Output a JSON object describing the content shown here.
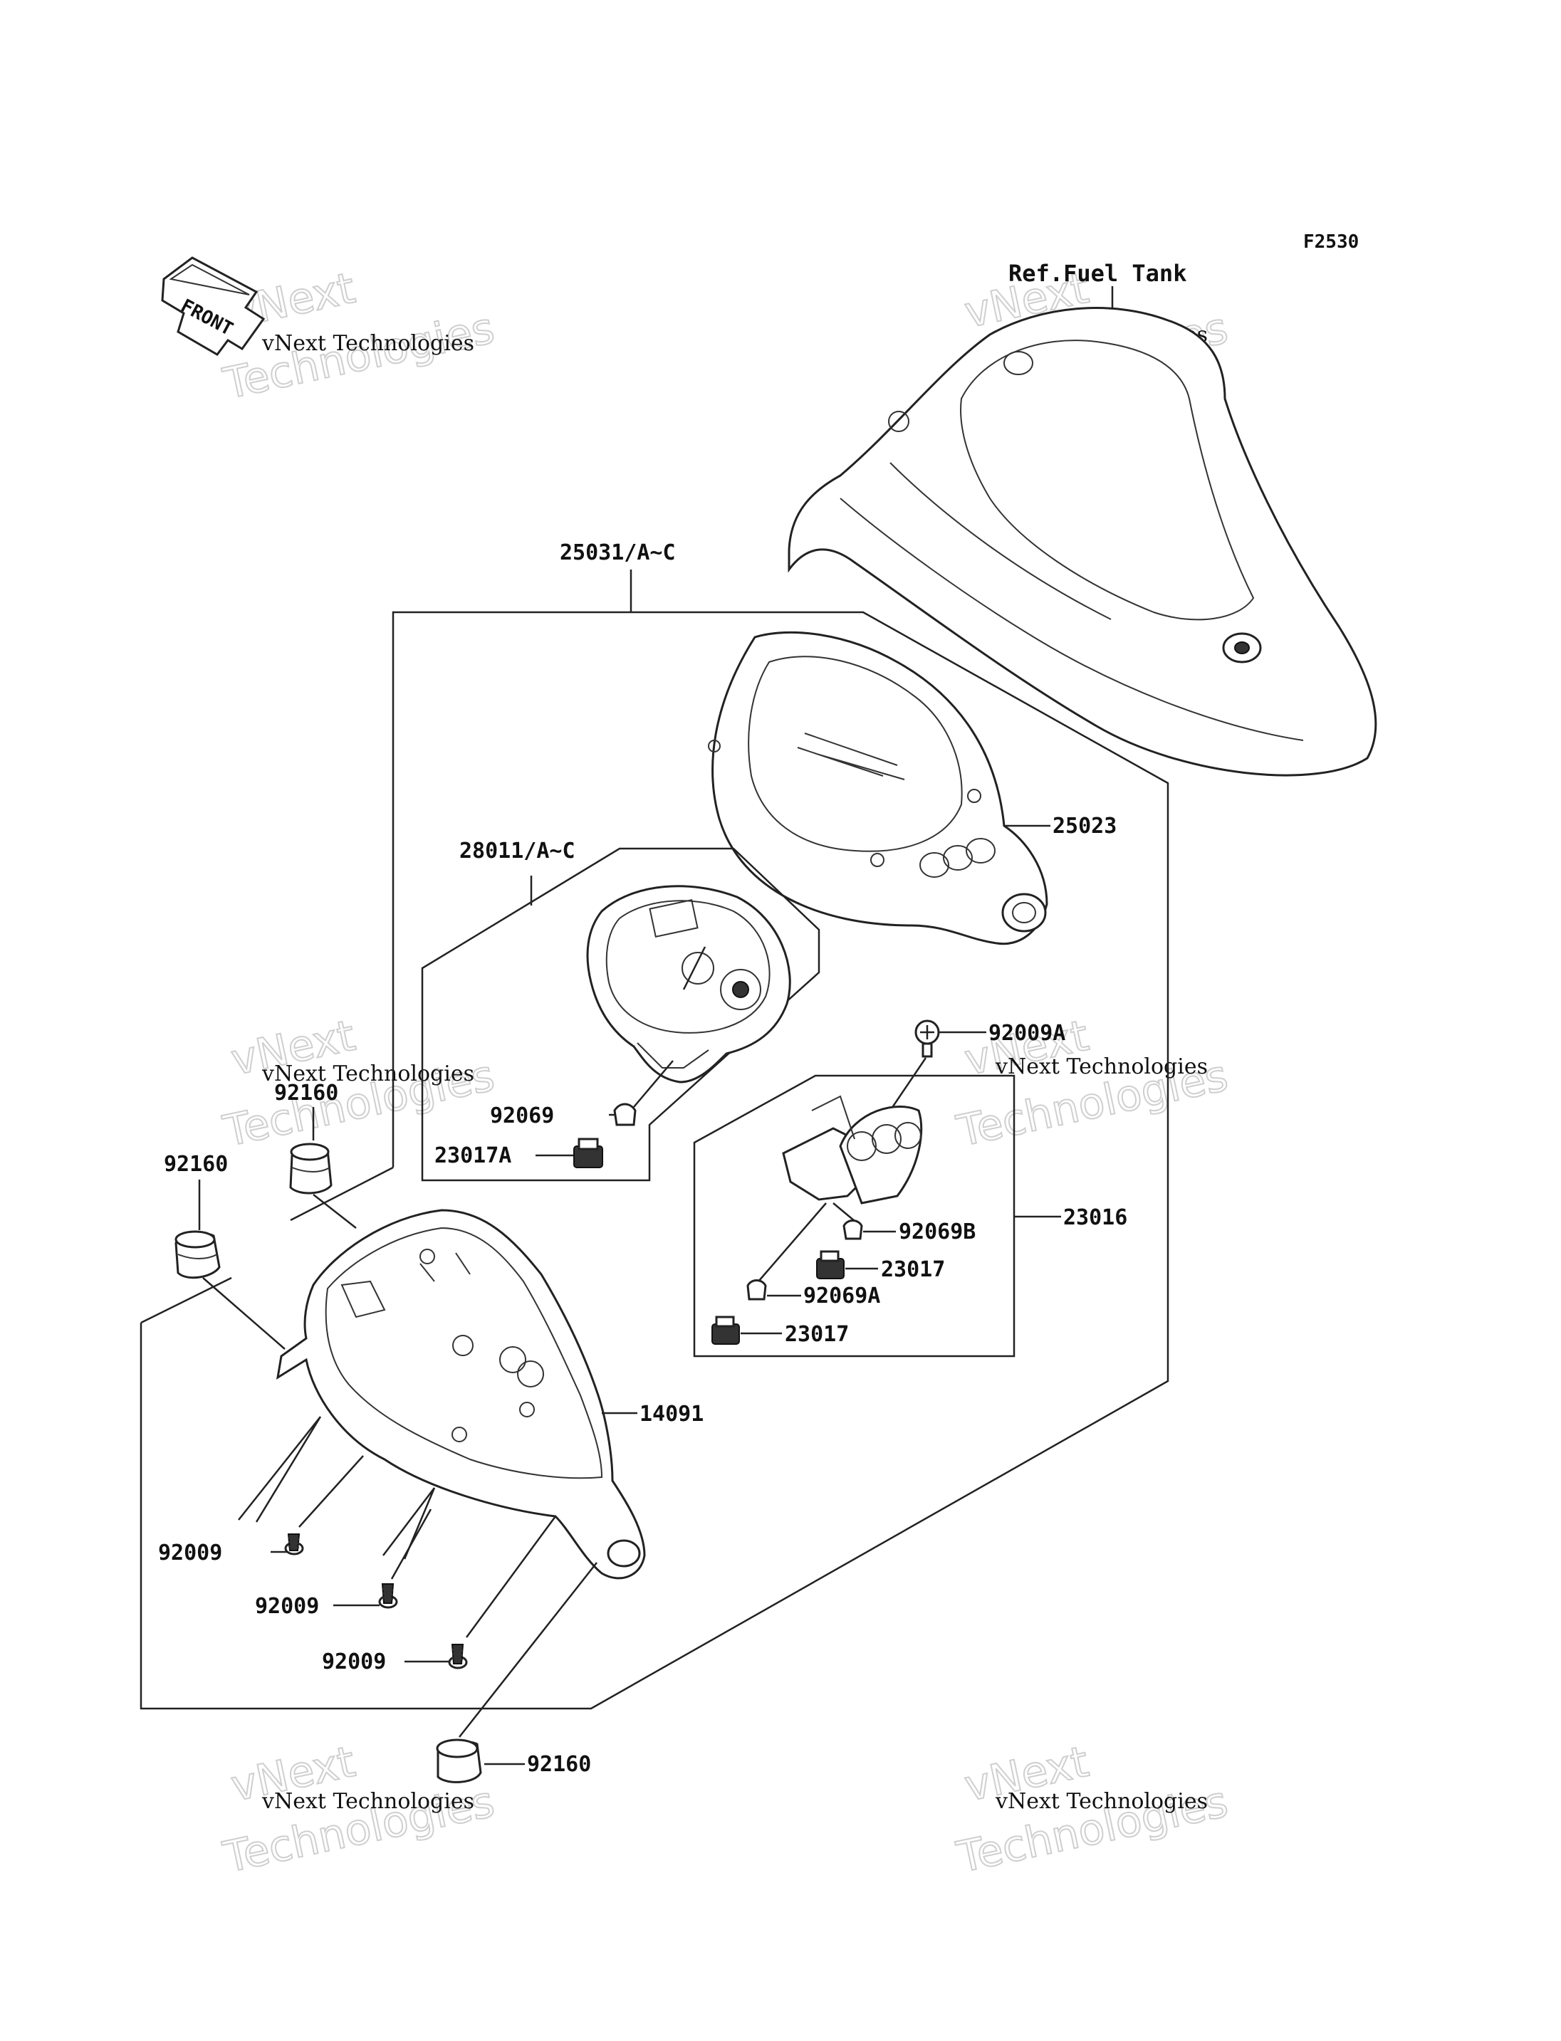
{
  "figure_code": "F2530",
  "reference_note": "Ref.Fuel Tank",
  "front_arrow_label": "FRONT",
  "watermark": {
    "company_line": "vNext Technologies",
    "brand_top": "vNext",
    "brand_bottom": "Technologies"
  },
  "part_labels": {
    "p25031": "25031/A~C",
    "p25023": "25023",
    "p28011": "28011/A~C",
    "p92009A": "92009A",
    "p92069": "92069",
    "p23017A": "23017A",
    "p92160_a": "92160",
    "p92160_b": "92160",
    "p92160_c": "92160",
    "p23016": "23016",
    "p92069B": "92069B",
    "p23017_a": "23017",
    "p92069A": "92069A",
    "p23017_b": "23017",
    "p14091": "14091",
    "p92009_a": "92009",
    "p92009_b": "92009",
    "p92009_c": "92009"
  }
}
